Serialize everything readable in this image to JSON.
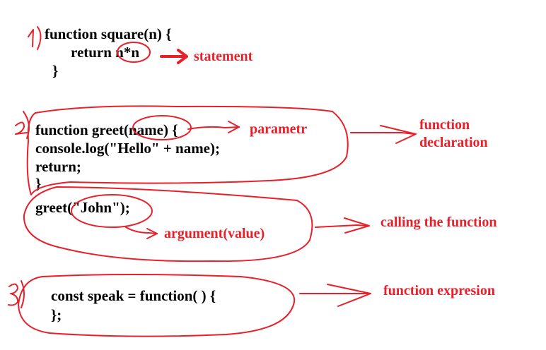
{
  "sections": [
    {
      "marker": "1)",
      "code_lines": [
        "function square(n) {",
        "return n*n",
        "}"
      ],
      "annotation": "statement"
    },
    {
      "marker": "2)",
      "code_lines": [
        "function greet(name) {",
        "console.log(\"Hello\" + name);",
        "return;",
        "}"
      ],
      "parameter_label": "parametr",
      "declaration_label_line1": "function",
      "declaration_label_line2": "declaration",
      "call_line": "greet(\"John\");",
      "argument_label": "argument(value)",
      "call_label": "calling the function"
    },
    {
      "marker": "3)",
      "code_lines": [
        "const speak = function( ) {",
        "};"
      ],
      "annotation": "function expresion"
    }
  ],
  "colors": {
    "ink": "#e8202a",
    "code": "#000000",
    "background": "#ffffff"
  }
}
